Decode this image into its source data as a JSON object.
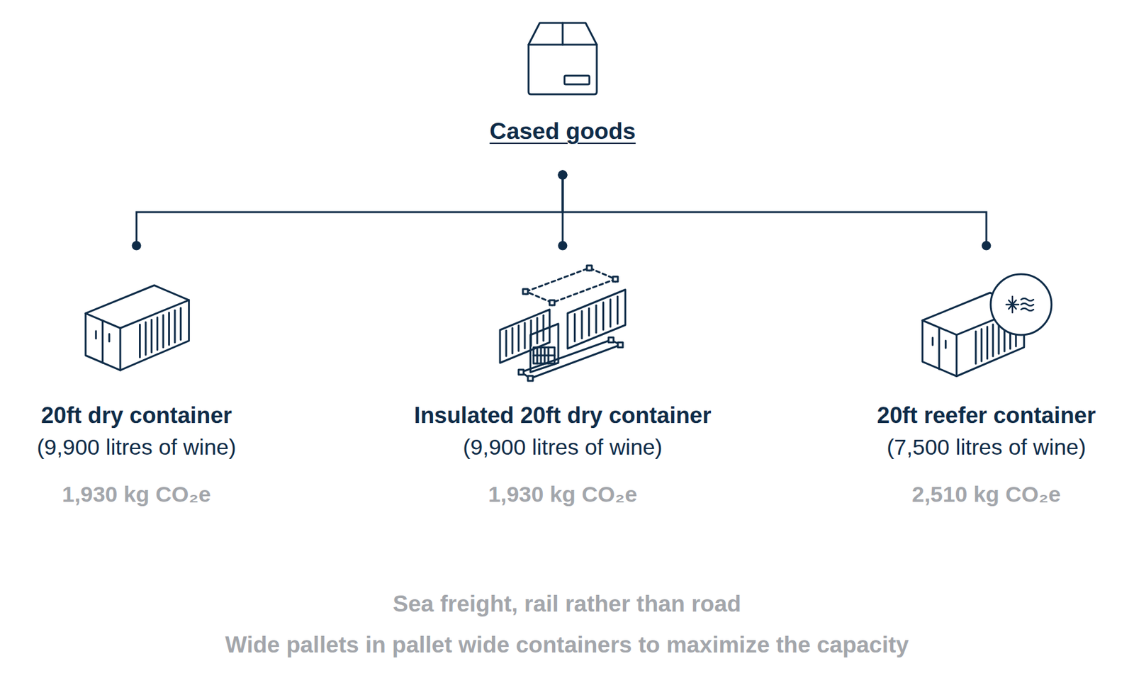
{
  "diagram": {
    "nodes": [
      {
        "text": [
          "Cased goods"
        ]
      },
      {
        "text": [
          "20ft dry container",
          "(9,900 litres of wine)",
          "1,930 kg CO₂e"
        ]
      },
      {
        "text": [
          "Insulated 20ft dry container",
          "(9,900 litres of wine)",
          "1,930 kg CO₂e"
        ]
      },
      {
        "text": [
          "20ft reefer container",
          "(7,500 litres of wine)",
          "2,510 kg CO₂e"
        ]
      }
    ],
    "edges": [
      {
        "from": 0,
        "to": 1,
        "arrow": "none"
      },
      {
        "from": 0,
        "to": 2,
        "arrow": "none"
      },
      {
        "from": 0,
        "to": 3,
        "arrow": "none"
      }
    ],
    "labels": [
      "Sea freight, rail rather than road",
      "Wide pallets in pallet wide containers to maximize the capacity"
    ]
  }
}
